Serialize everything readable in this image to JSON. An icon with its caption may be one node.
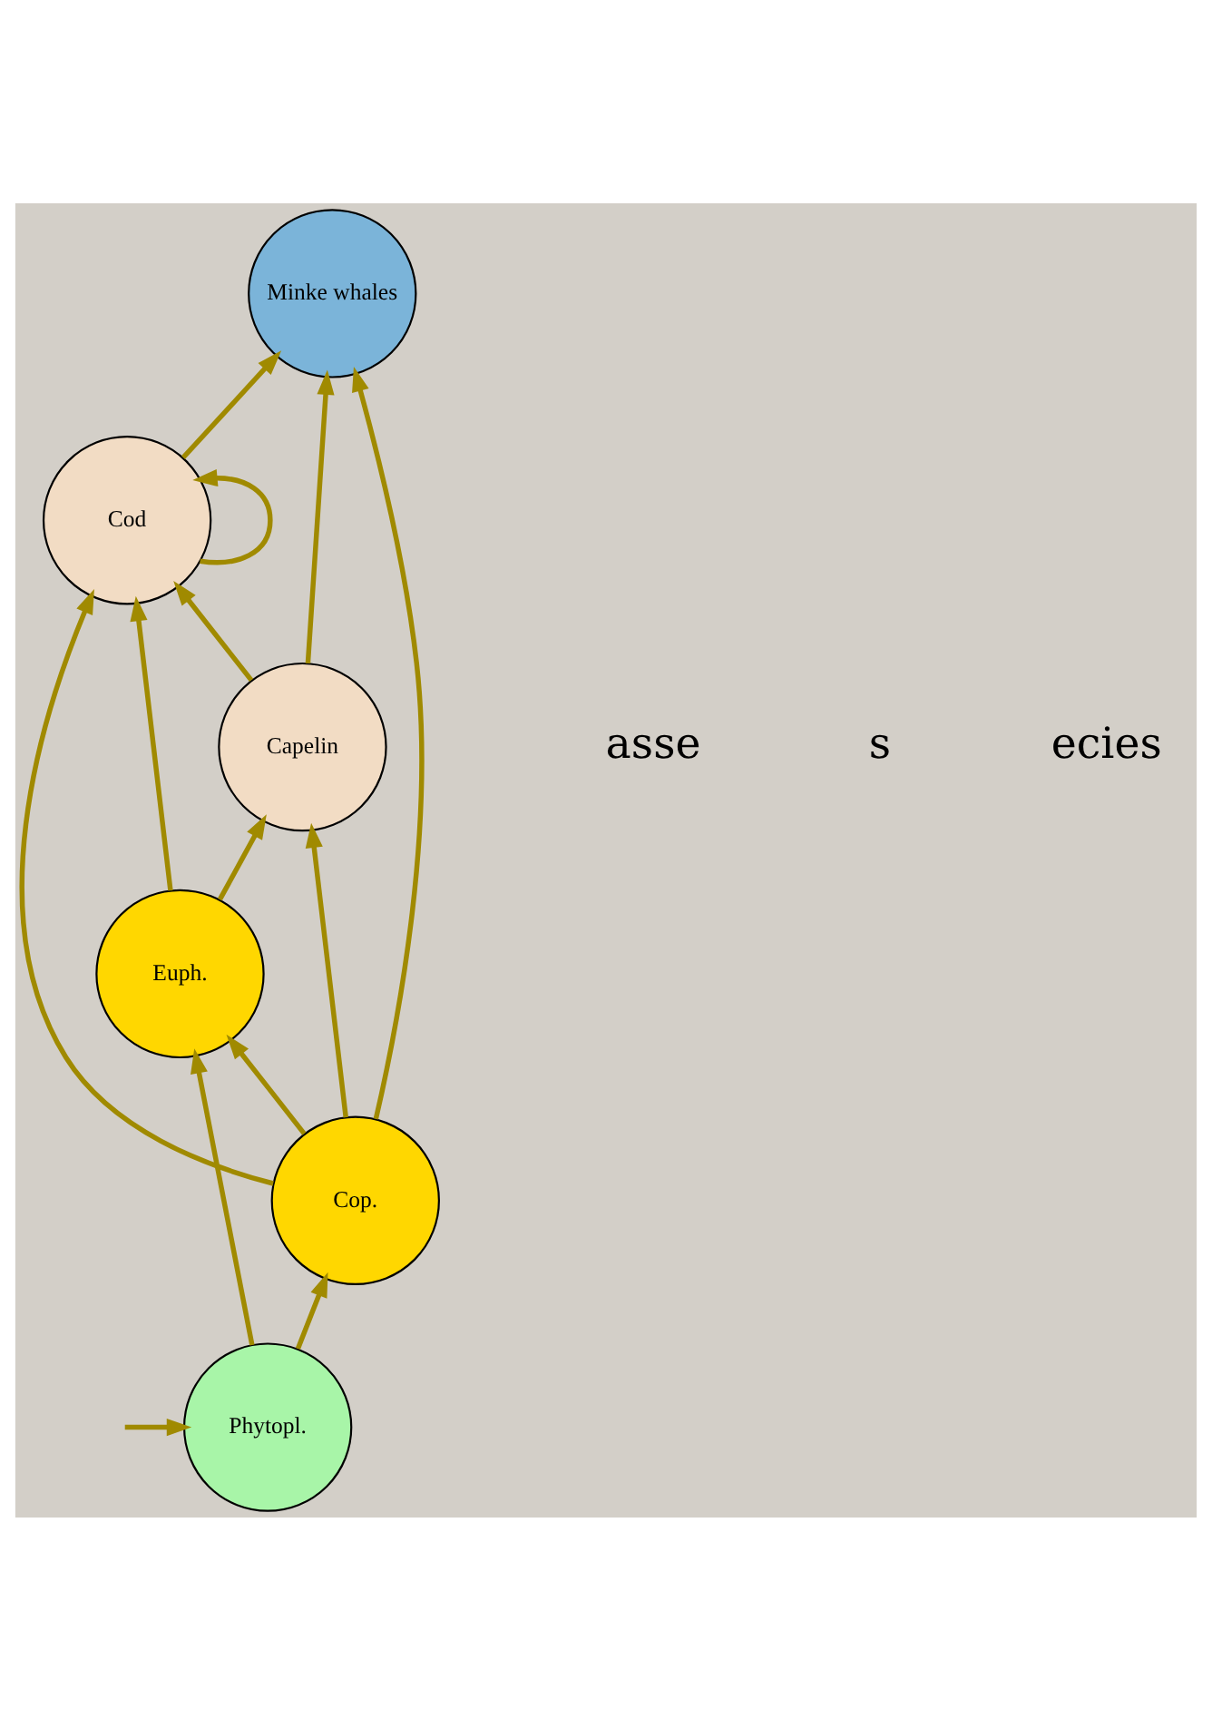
{
  "diagram": {
    "nodes": [
      {
        "text": [
          "Minke whales"
        ]
      },
      {
        "text": [
          "Capelin"
        ]
      },
      {
        "text": [
          "Cod"
        ]
      },
      {
        "text": [
          "Cop."
        ]
      },
      {
        "text": [
          "Euph."
        ]
      },
      {
        "text": [
          "Phytopl."
        ]
      }
    ],
    "edges": [
      {
        "from": null,
        "to": 5,
        "arrow": "to"
      },
      {
        "from": 5,
        "to": 3,
        "arrow": "to"
      },
      {
        "from": 5,
        "to": 4,
        "arrow": "to"
      },
      {
        "from": 3,
        "to": 1,
        "arrow": "to"
      },
      {
        "from": 3,
        "to": 2,
        "arrow": "to"
      },
      {
        "from": 3,
        "to": 4,
        "arrow": "to"
      },
      {
        "from": 3,
        "to": 0,
        "arrow": "to"
      },
      {
        "from": 4,
        "to": 1,
        "arrow": "to"
      },
      {
        "from": 4,
        "to": 2,
        "arrow": "to"
      },
      {
        "from": 1,
        "to": 2,
        "arrow": "to"
      },
      {
        "from": 1,
        "to": 0,
        "arrow": "to"
      },
      {
        "from": 2,
        "to": 0,
        "arrow": "to"
      },
      {
        "from": 2,
        "to": 2,
        "arrow": "to"
      }
    ],
    "labels": [
      "asse",
      "s",
      "ecies"
    ]
  }
}
